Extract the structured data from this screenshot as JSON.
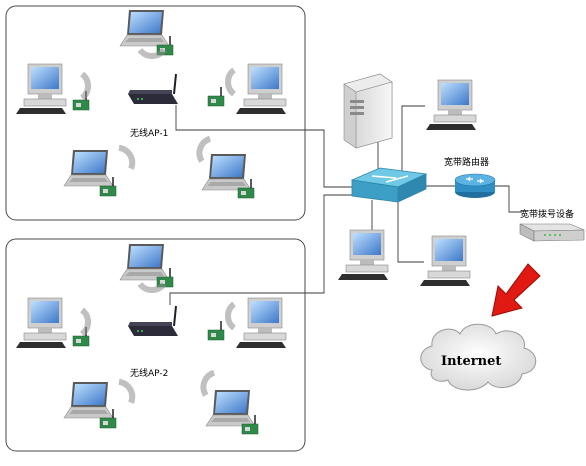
{
  "labels": {
    "ap1": "无线AP-1",
    "ap2": "无线AP-2",
    "router": "宽带路由器",
    "modem": "宽带拨号设备",
    "internet": "Internet"
  },
  "colors": {
    "panel_border": "#4a4a4a",
    "wire": "#3a3a3a",
    "switch_blue": "#4fb3d6",
    "router_blue": "#2f8fc4",
    "arrow_red": "#e01a12",
    "ap_body": "#2b2b3a"
  },
  "icons": [
    "laptop-icon",
    "desktop-pc-icon",
    "wireless-card-icon",
    "signal-wave-icon",
    "wireless-ap-icon",
    "server-tower-icon",
    "switch-icon",
    "router-icon",
    "modem-icon",
    "arrow-icon",
    "cloud-icon"
  ]
}
